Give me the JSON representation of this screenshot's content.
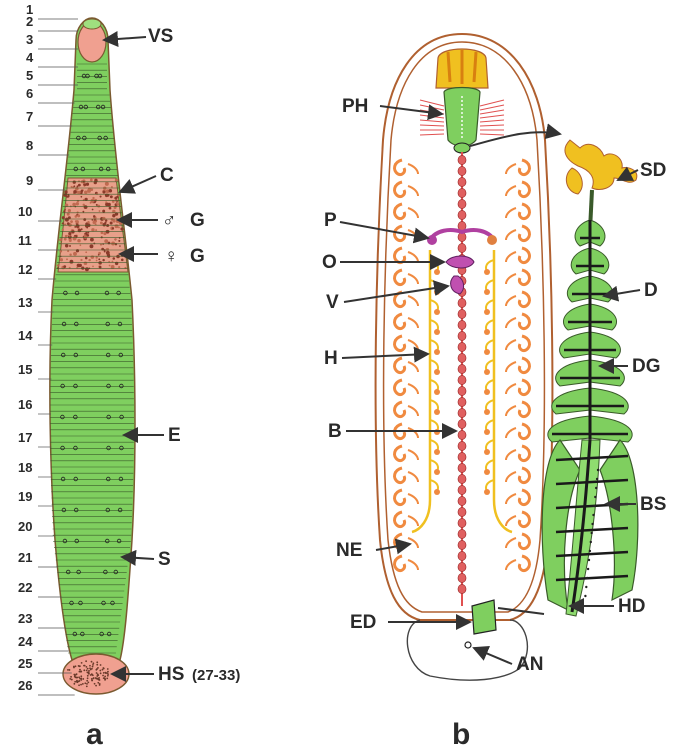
{
  "panel_a": {
    "label": "a",
    "segment_numbers": [
      "1",
      "2",
      "3",
      "4",
      "5",
      "6",
      "7",
      "8",
      "9",
      "10",
      "11",
      "12",
      "13",
      "14",
      "15",
      "16",
      "17",
      "18",
      "19",
      "20",
      "21",
      "22",
      "23",
      "24",
      "25",
      "26"
    ],
    "labels": {
      "vs": "VS",
      "c": "C",
      "male_g": "G",
      "female_g": "G",
      "e": "E",
      "s": "S",
      "hs": "HS",
      "hs_range": "(27-33)"
    },
    "symbols": {
      "male": "♂",
      "female": "♀"
    }
  },
  "panel_b": {
    "label": "b",
    "labels": {
      "ph": "PH",
      "sd": "SD",
      "p": "P",
      "o": "O",
      "d": "D",
      "v": "V",
      "dg": "DG",
      "h": "H",
      "b": "B",
      "bs": "BS",
      "ne": "NE",
      "hd": "HD",
      "ed": "ED",
      "an": "AN"
    }
  },
  "colors": {
    "body_green": "#7fcf5f",
    "outline": "#b06030",
    "clitellum": "#e8a08a",
    "sucker": "#f0a090",
    "nephridia": "#f08a40",
    "blood_vessel": "#e05050",
    "yellow": "#f0c020",
    "purple": "#b040a0",
    "dark_line": "#1a1a1a"
  }
}
